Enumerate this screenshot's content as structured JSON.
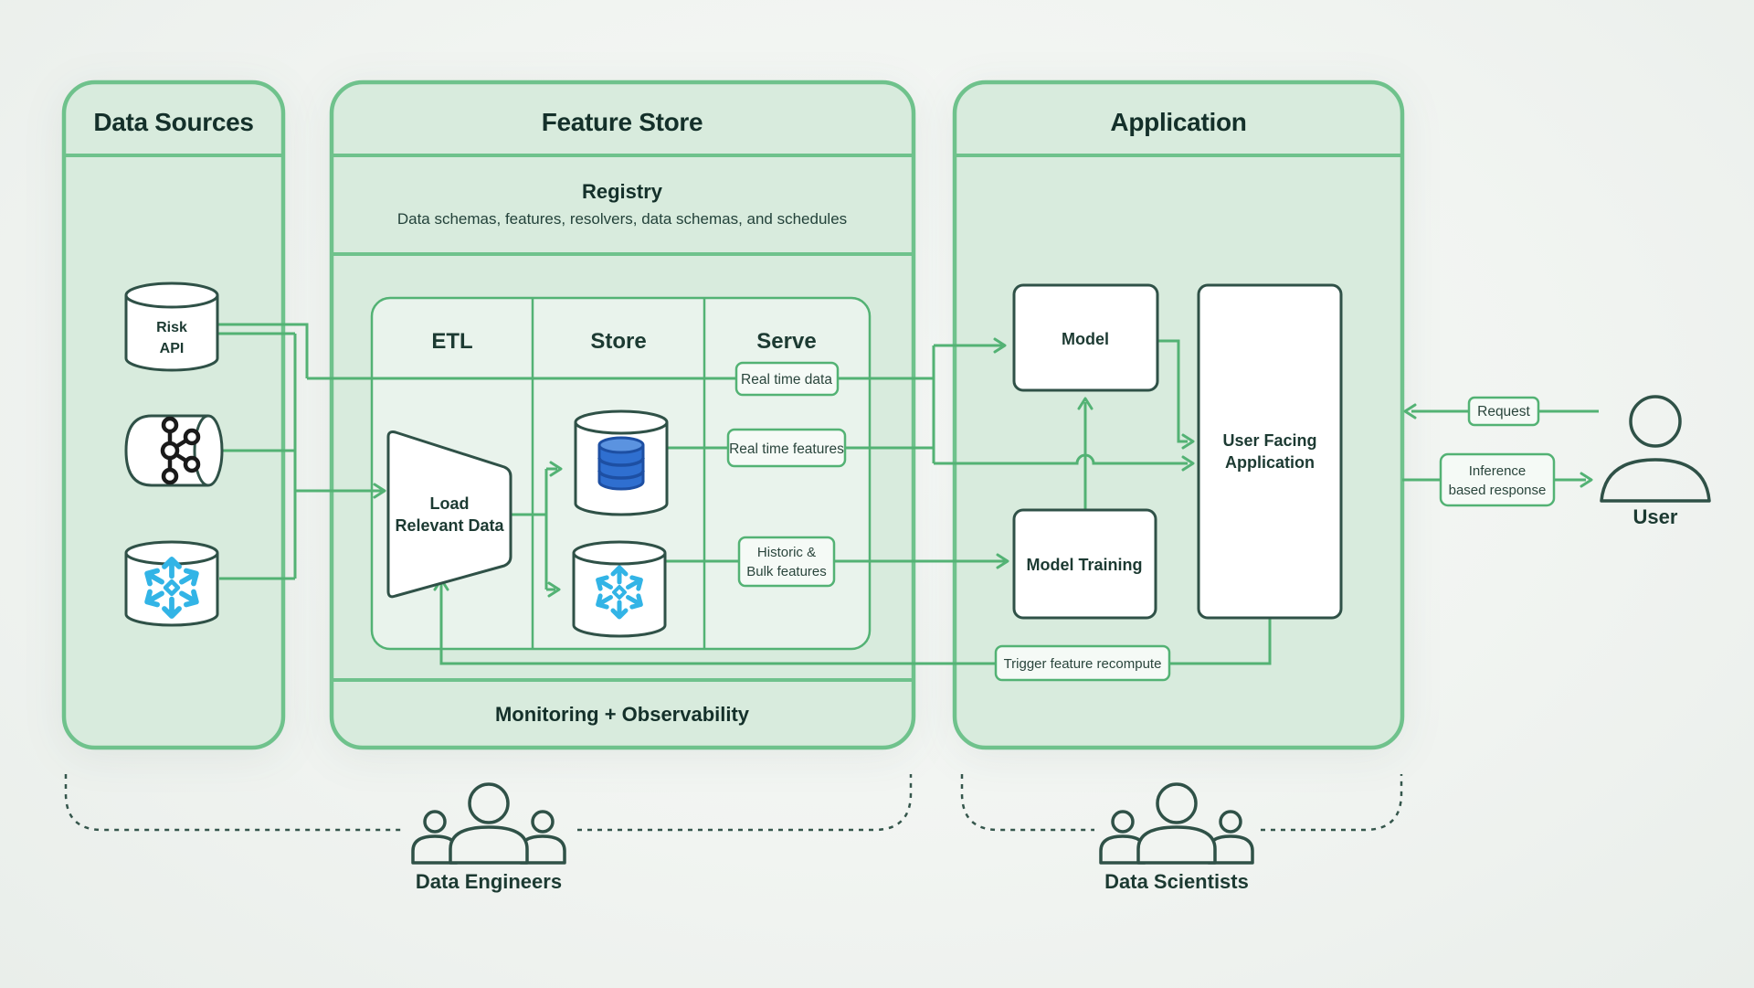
{
  "colors": {
    "panel_fill": "#d8ebdd",
    "panel_border": "#6fc28c",
    "line_green": "#53b274",
    "slate": "#2f5147",
    "snowflake_blue": "#32b4e6",
    "dynamodb_blue": "#2f6fd0",
    "kafka_black": "#1a1a1a"
  },
  "data_sources": {
    "title": "Data Sources",
    "risk_api_lines": [
      "Risk",
      "API"
    ]
  },
  "feature_store": {
    "title": "Feature Store",
    "registry_title": "Registry",
    "registry_subtitle": "Data schemas, features, resolvers, data schemas, and schedules",
    "columns": {
      "etl": "ETL",
      "store": "Store",
      "serve": "Serve"
    },
    "load_lines": [
      "Load",
      "Relevant Data"
    ],
    "real_time_data": "Real time data",
    "real_time_features": "Real time features",
    "historic_lines": [
      "Historic &",
      "Bulk features"
    ],
    "monitoring": "Monitoring + Observability"
  },
  "application": {
    "title": "Application",
    "model": "Model",
    "model_training": "Model Training",
    "ufa_lines": [
      "User Facing",
      "Application"
    ],
    "trigger": "Trigger feature recompute"
  },
  "external": {
    "request": "Request",
    "inference_lines": [
      "Inference",
      "based response"
    ],
    "user": "User"
  },
  "teams": {
    "engineers": "Data Engineers",
    "scientists": "Data Scientists"
  }
}
